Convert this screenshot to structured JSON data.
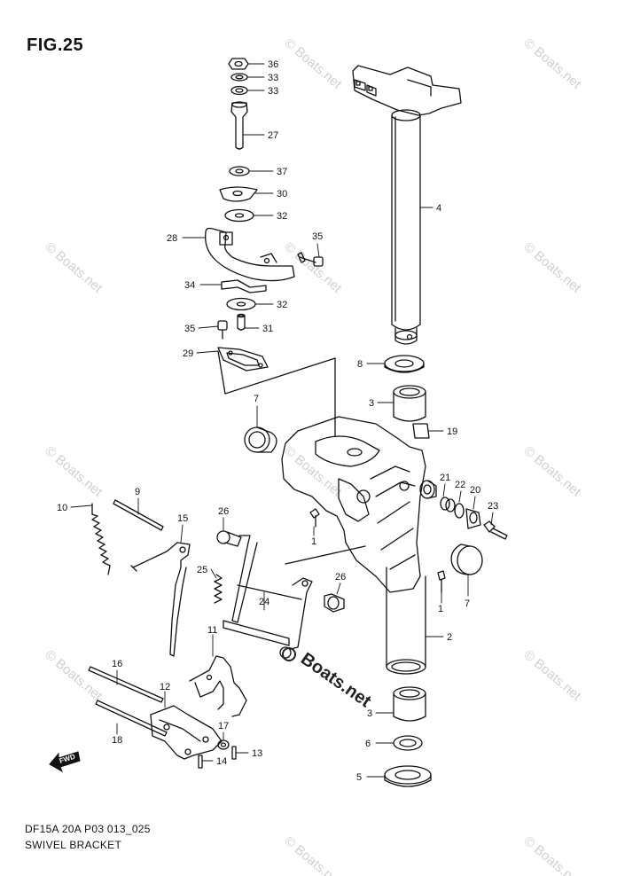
{
  "figure": {
    "title": "FIG.25",
    "model_code": "DF15A 20A P03 013_025",
    "name": "SWIVEL BRACKET"
  },
  "watermark": {
    "small": "© Boats.net",
    "large": "Boats.net"
  },
  "direction_label": "FWD",
  "callouts": [
    {
      "id": "c36",
      "label": "36"
    },
    {
      "id": "c33a",
      "label": "33"
    },
    {
      "id": "c33b",
      "label": "33"
    },
    {
      "id": "c27",
      "label": "27"
    },
    {
      "id": "c37",
      "label": "37"
    },
    {
      "id": "c30",
      "label": "30"
    },
    {
      "id": "c32a",
      "label": "32"
    },
    {
      "id": "c28",
      "label": "28"
    },
    {
      "id": "c35a",
      "label": "35"
    },
    {
      "id": "c34",
      "label": "34"
    },
    {
      "id": "c32b",
      "label": "32"
    },
    {
      "id": "c35b",
      "label": "35"
    },
    {
      "id": "c31",
      "label": "31"
    },
    {
      "id": "c29",
      "label": "29"
    },
    {
      "id": "c4",
      "label": "4"
    },
    {
      "id": "c8",
      "label": "8"
    },
    {
      "id": "c3a",
      "label": "3"
    },
    {
      "id": "c19",
      "label": "19"
    },
    {
      "id": "c7a",
      "label": "7"
    },
    {
      "id": "c9",
      "label": "9"
    },
    {
      "id": "c10",
      "label": "10"
    },
    {
      "id": "c15",
      "label": "15"
    },
    {
      "id": "c26a",
      "label": "26"
    },
    {
      "id": "c1a",
      "label": "1"
    },
    {
      "id": "c21",
      "label": "21"
    },
    {
      "id": "c22",
      "label": "22"
    },
    {
      "id": "c20",
      "label": "20"
    },
    {
      "id": "c23",
      "label": "23"
    },
    {
      "id": "c25",
      "label": "25"
    },
    {
      "id": "c26b",
      "label": "26"
    },
    {
      "id": "c24",
      "label": "24"
    },
    {
      "id": "c1b",
      "label": "1"
    },
    {
      "id": "c7b",
      "label": "7"
    },
    {
      "id": "c2",
      "label": "2"
    },
    {
      "id": "c11",
      "label": "11"
    },
    {
      "id": "c16",
      "label": "16"
    },
    {
      "id": "c12",
      "label": "12"
    },
    {
      "id": "c18",
      "label": "18"
    },
    {
      "id": "c3b",
      "label": "3"
    },
    {
      "id": "c17",
      "label": "17"
    },
    {
      "id": "c6",
      "label": "6"
    },
    {
      "id": "c13",
      "label": "13"
    },
    {
      "id": "c14",
      "label": "14"
    },
    {
      "id": "c5",
      "label": "5"
    }
  ]
}
